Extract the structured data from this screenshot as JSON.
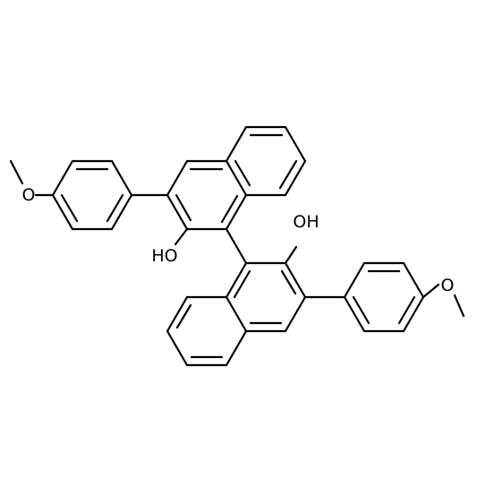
{
  "molecule": {
    "atom_labels": {
      "oh_upper_left": "HO",
      "oh_lower_right": "OH",
      "o_methoxy_left": "O",
      "o_methoxy_right": "O"
    },
    "colors": {
      "bond": "#000000",
      "label": "#000000",
      "background": "#ffffff"
    }
  }
}
